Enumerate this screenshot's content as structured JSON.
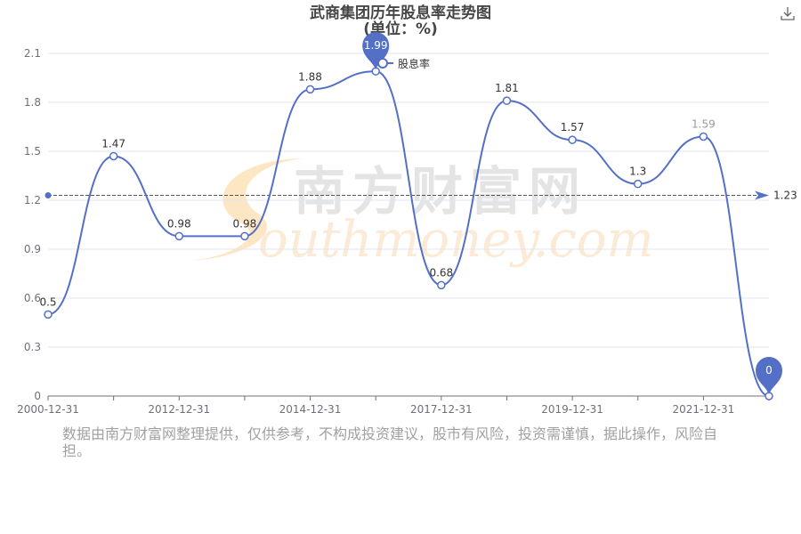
{
  "title": "武商集团历年股息率走势图",
  "subtitle": "(单位：%)",
  "disclaimer": "数据由南方财富网整理提供，仅供参考，不构成投资建议，股市有风险，投资需谨慎，据此操作，风险自担。",
  "watermark": {
    "cn": "南方财富网",
    "en": "Southmoney.com"
  },
  "colors": {
    "series": "#5470c6",
    "grid": "#e0e6f1",
    "axis": "#6e7079"
  },
  "chart_data": {
    "type": "line",
    "title": "武商集团历年股息率走势图 (单位：%)",
    "x_tick_labels": [
      "2000-12-31",
      "",
      "2012-12-31",
      "",
      "2014-12-31",
      "",
      "2017-12-31",
      "",
      "2019-12-31",
      "",
      "2021-12-31",
      ""
    ],
    "series": [
      {
        "name": "股息率",
        "values": [
          0.5,
          1.47,
          0.98,
          0.98,
          1.88,
          1.99,
          0.68,
          1.81,
          1.57,
          1.3,
          1.59,
          0
        ]
      }
    ],
    "y_ticks": [
      "0",
      "0.3",
      "0.6",
      "0.9",
      "1.2",
      "1.5",
      "1.8",
      "2.1"
    ],
    "ylim": [
      0,
      2.1
    ],
    "average_line": {
      "value": 1.23,
      "label": "1.23"
    },
    "max_marker": {
      "value": 1.99,
      "label": "1.99"
    },
    "min_marker": {
      "value": 0,
      "label": "0"
    },
    "legend": {
      "label": "股息率",
      "position": "top-center"
    },
    "grid": true
  }
}
